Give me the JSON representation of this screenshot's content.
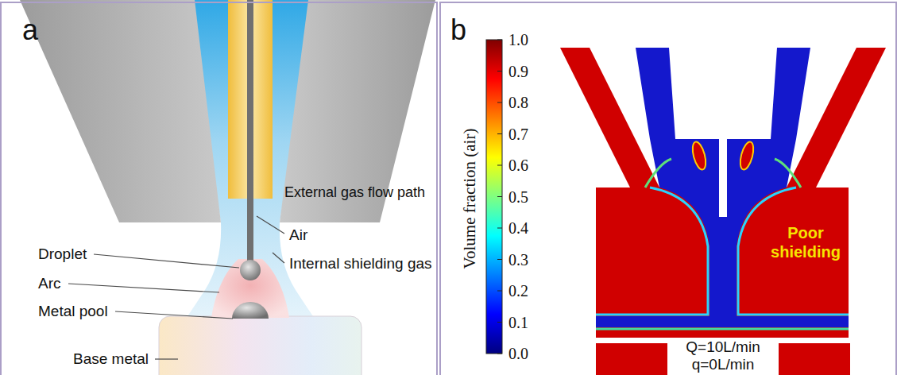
{
  "diagram": {
    "nodes": [
      {
        "text": [
          "a"
        ]
      },
      {
        "text": [
          "b"
        ]
      }
    ],
    "labels": [
      "External gas flow path",
      "Droplet",
      "Air",
      "Arc",
      "Internal shielding gas",
      "Metal pool",
      "Base metal",
      "1.0",
      "0.9",
      "0.8",
      "0.7",
      "0.6",
      "0.5",
      "0.4",
      "0.3",
      "0.2",
      "0.1",
      "0.0",
      "Volume fraction (air)",
      "Poor shielding",
      "Q=10L/min",
      "q=0L/min"
    ]
  }
}
